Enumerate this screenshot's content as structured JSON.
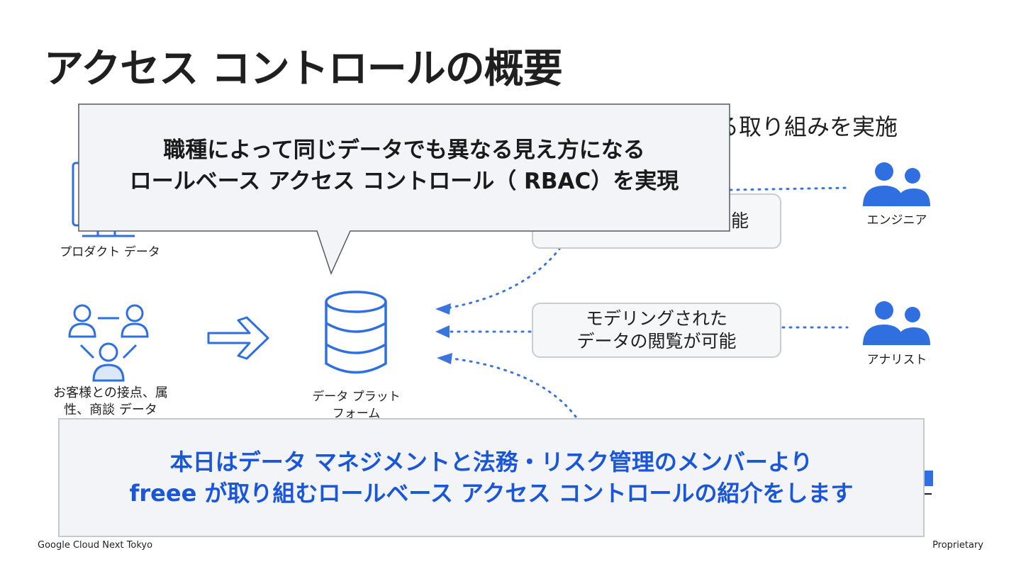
{
  "slide": {
    "title": "アクセス コントロールの概要",
    "subtitle_fragment": "る取り組みを実施"
  },
  "sources": {
    "product_data_label": "プロダクト データ",
    "customer_data_label_line1": "お客様との接点、属",
    "customer_data_label_line2": "性、商談 データ"
  },
  "platform": {
    "label_line1": "データ プラット",
    "label_line2": "フォーム"
  },
  "access_boxes": {
    "top_fragment": "能",
    "middle_line1": "モデリングされた",
    "middle_line2": "データの閲覧が可能"
  },
  "roles": {
    "engineer": "エンジニア",
    "analyst": "アナリスト"
  },
  "callout": {
    "line1": "職種によって同じデータでも異なる見え方になる",
    "line2": "ロールベース アクセス コントロール（ RBAC）を実現"
  },
  "bottom_banner": {
    "line1": "本日はデータ マネジメントと法務・リスク管理のメンバーより",
    "line2": "freee が取り組むロールベース アクセス コントロールの紹介をします"
  },
  "footer": {
    "left": "Google Cloud Next Tokyo",
    "right": "Proprietary"
  },
  "colors": {
    "accent_blue": "#1a56d8",
    "icon_blue": "#2f6fe0",
    "dotted_blue": "#3a74dd"
  }
}
